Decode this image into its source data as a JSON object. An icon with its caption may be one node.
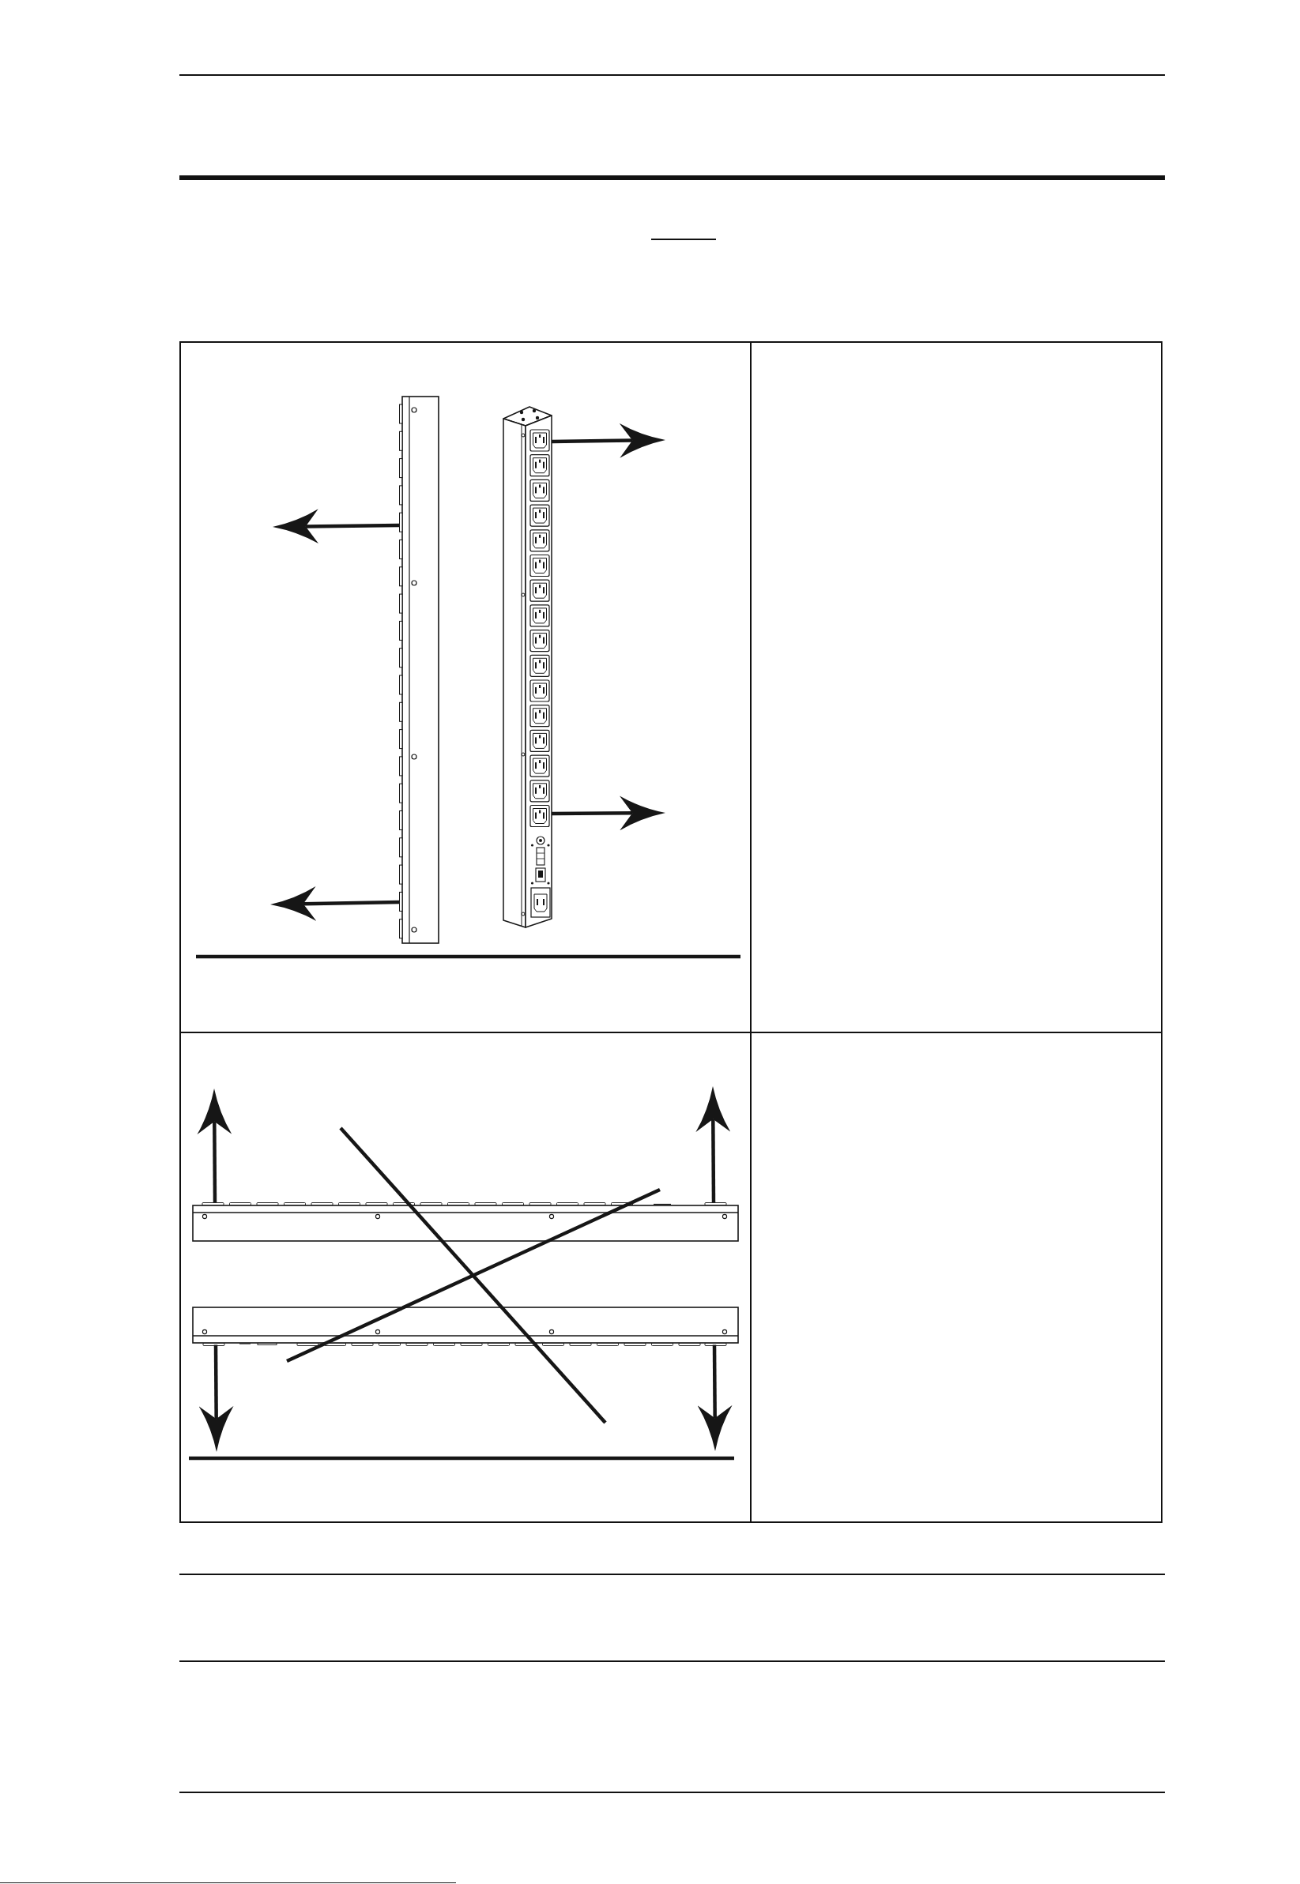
{
  "diagram": {
    "nodes": [
      {
        "text": [],
        "shape": "picture"
      },
      {
        "text": [],
        "shape": "picture"
      },
      {
        "text": [],
        "shape": "picture"
      },
      {
        "text": [],
        "shape": "picture"
      }
    ],
    "edges": [
      {
        "from": 0,
        "to": null,
        "arrow": "to"
      },
      {
        "from": 0,
        "to": null,
        "arrow": "to"
      },
      {
        "from": 1,
        "to": null,
        "arrow": "to"
      },
      {
        "from": 1,
        "to": null,
        "arrow": "to"
      },
      {
        "from": 2,
        "to": null,
        "arrow": "to"
      },
      {
        "from": 2,
        "to": null,
        "arrow": "to"
      },
      {
        "from": 3,
        "to": null,
        "arrow": "to"
      },
      {
        "from": 3,
        "to": null,
        "arrow": "to"
      }
    ]
  }
}
